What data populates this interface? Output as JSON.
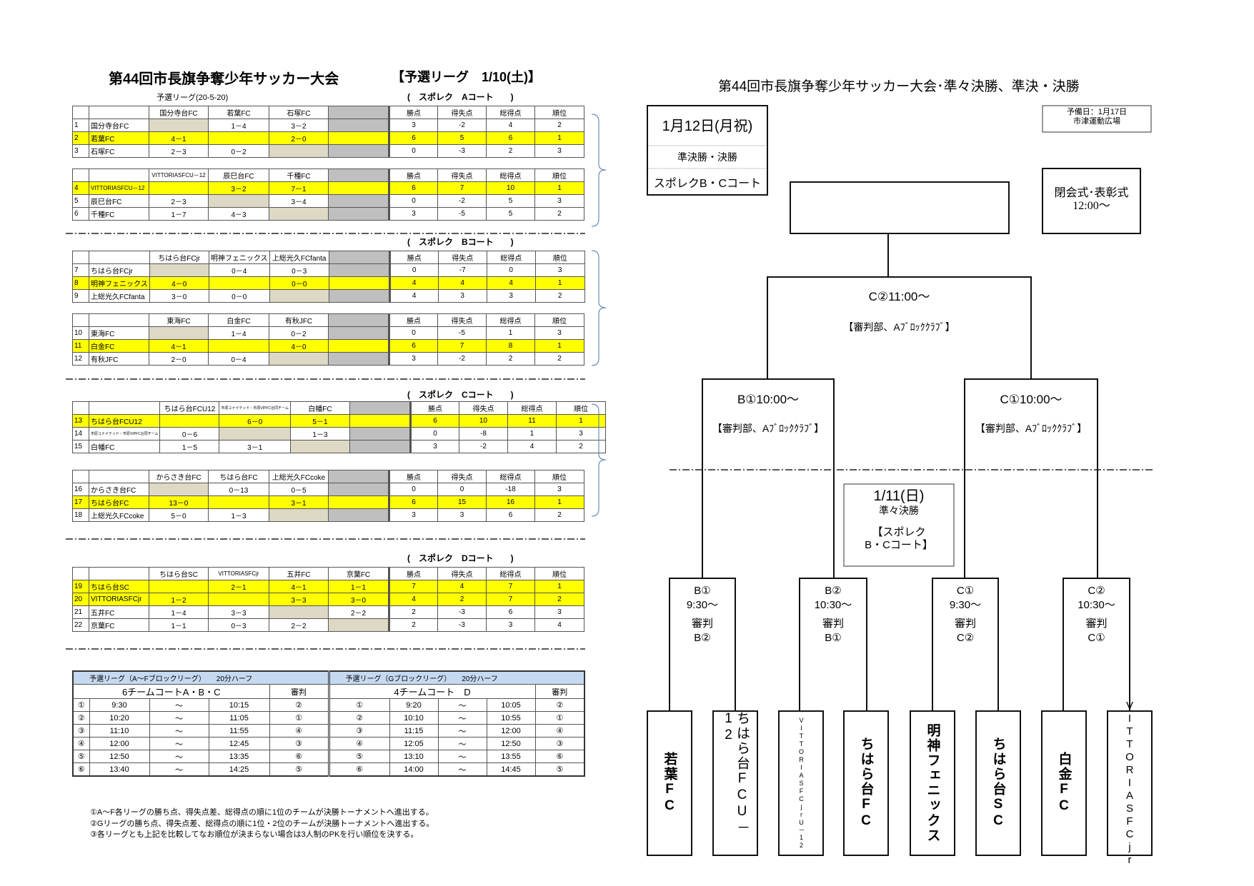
{
  "left": {
    "title": "第44回市長旗争奪少年サッカー大会",
    "stage": "【予選リーグ　1/10(土)】",
    "subtitle": "予選リーグ(20-5-20)",
    "stat_headers": [
      "勝点",
      "得失点",
      "総得点",
      "順位"
    ],
    "courts": {
      "A": "(　スポレク　Aコート　　)",
      "B": "(　スポレク　Bコート　　)",
      "C": "(　スポレク　Cコート　　)",
      "D": "(　スポレク　Dコート　　)"
    },
    "leagues": [
      {
        "teams": [
          "国分寺台FC",
          "若葉FC",
          "石塚FC"
        ],
        "rows": [
          {
            "no": "1",
            "name": "国分寺台FC",
            "results": [
              "",
              "1－4",
              "3－2"
            ],
            "stats": [
              "3",
              "-2",
              "4",
              "2"
            ],
            "hl": false
          },
          {
            "no": "2",
            "name": "若葉FC",
            "results": [
              "4－1",
              "",
              "2－0"
            ],
            "stats": [
              "6",
              "5",
              "6",
              "1"
            ],
            "hl": true
          },
          {
            "no": "3",
            "name": "石塚FC",
            "results": [
              "2－3",
              "0－2",
              ""
            ],
            "stats": [
              "0",
              "-3",
              "2",
              "3"
            ],
            "hl": false
          }
        ]
      },
      {
        "teams": [
          "VITTORIASFCU－12",
          "辰巳台FC",
          "千種FC"
        ],
        "rows": [
          {
            "no": "4",
            "name": "VITTORIASFCU－12",
            "results": [
              "",
              "3－2",
              "7－1"
            ],
            "stats": [
              "6",
              "7",
              "10",
              "1"
            ],
            "hl": true
          },
          {
            "no": "5",
            "name": "辰巳台FC",
            "results": [
              "2－3",
              "",
              "3－4"
            ],
            "stats": [
              "0",
              "-2",
              "5",
              "3"
            ],
            "hl": false
          },
          {
            "no": "6",
            "name": "千種FC",
            "results": [
              "1－7",
              "4－3",
              ""
            ],
            "stats": [
              "3",
              "-5",
              "5",
              "2"
            ],
            "hl": false
          }
        ]
      },
      {
        "teams": [
          "ちはら台FCjr",
          "明神フェニックス",
          "上総光久FCfanta"
        ],
        "rows": [
          {
            "no": "7",
            "name": "ちはら台FCjr",
            "results": [
              "",
              "0－4",
              "0－3"
            ],
            "stats": [
              "0",
              "-7",
              "0",
              "3"
            ],
            "hl": false
          },
          {
            "no": "8",
            "name": "明神フェニックス",
            "results": [
              "4－0",
              "",
              "0－0"
            ],
            "stats": [
              "4",
              "4",
              "4",
              "1"
            ],
            "hl": true
          },
          {
            "no": "9",
            "name": "上総光久FCfanta",
            "results": [
              "3－0",
              "0－0",
              ""
            ],
            "stats": [
              "4",
              "3",
              "3",
              "2"
            ],
            "hl": false
          }
        ]
      },
      {
        "teams": [
          "東海FC",
          "白金FC",
          "有秋JFC"
        ],
        "rows": [
          {
            "no": "10",
            "name": "東海FC",
            "results": [
              "",
              "1－4",
              "0－2"
            ],
            "stats": [
              "0",
              "-5",
              "1",
              "3"
            ],
            "hl": false
          },
          {
            "no": "11",
            "name": "白金FC",
            "results": [
              "4－1",
              "",
              "4－0"
            ],
            "stats": [
              "6",
              "7",
              "8",
              "1"
            ],
            "hl": true
          },
          {
            "no": "12",
            "name": "有秋JFC",
            "results": [
              "2－0",
              "0－4",
              ""
            ],
            "stats": [
              "3",
              "-2",
              "2",
              "2"
            ],
            "hl": false
          }
        ]
      },
      {
        "teams": [
          "ちはら台FCU12",
          "市原ユナイテッド・市原VIPFC合同チーム",
          "白幡FC"
        ],
        "rows": [
          {
            "no": "13",
            "name": "ちはら台FCU12",
            "results": [
              "",
              "6－0",
              "5－1"
            ],
            "stats": [
              "6",
              "10",
              "11",
              "1"
            ],
            "hl": true
          },
          {
            "no": "14",
            "name": "市原ユナイテッド・市原VIPFC合同チーム",
            "results": [
              "0－6",
              "",
              "1－3"
            ],
            "stats": [
              "0",
              "-8",
              "1",
              "3"
            ],
            "hl": false
          },
          {
            "no": "15",
            "name": "白幡FC",
            "results": [
              "1－5",
              "3－1",
              ""
            ],
            "stats": [
              "3",
              "-2",
              "4",
              "2"
            ],
            "hl": false
          }
        ]
      },
      {
        "teams": [
          "からさき台FC",
          "ちはら台FC",
          "上総光久FCcoke"
        ],
        "rows": [
          {
            "no": "16",
            "name": "からさき台FC",
            "results": [
              "",
              "0－13",
              "0－5"
            ],
            "stats": [
              "0",
              "0",
              "-18",
              "3"
            ],
            "hl": false
          },
          {
            "no": "17",
            "name": "ちはら台FC",
            "results": [
              "13－0",
              "",
              "3－1"
            ],
            "stats": [
              "6",
              "15",
              "16",
              "1"
            ],
            "hl": true
          },
          {
            "no": "18",
            "name": "上総光久FCcoke",
            "results": [
              "5－0",
              "1－3",
              ""
            ],
            "stats": [
              "3",
              "3",
              "6",
              "2"
            ],
            "hl": false
          }
        ]
      },
      {
        "teams": [
          "ちはら台SC",
          "VITTORIASFCjr",
          "五井FC",
          "京葉FC"
        ],
        "rows": [
          {
            "no": "19",
            "name": "ちはら台SC",
            "results": [
              "",
              "2－1",
              "4－1",
              "1－1"
            ],
            "stats": [
              "7",
              "4",
              "7",
              "1"
            ],
            "hl": true
          },
          {
            "no": "20",
            "name": "VITTORIASFCjr",
            "results": [
              "1－2",
              "",
              "3－3",
              "3－0"
            ],
            "stats": [
              "4",
              "2",
              "7",
              "2"
            ],
            "hl": true
          },
          {
            "no": "21",
            "name": "五井FC",
            "results": [
              "1－4",
              "3－3",
              "",
              "2－2"
            ],
            "stats": [
              "2",
              "-3",
              "6",
              "3"
            ],
            "hl": false
          },
          {
            "no": "22",
            "name": "京葉FC",
            "results": [
              "1－1",
              "0－3",
              "2－2",
              ""
            ],
            "stats": [
              "2",
              "-3",
              "3",
              "4"
            ],
            "hl": false
          }
        ]
      }
    ],
    "schedule": {
      "left_header": "予選リーグ（A～Fブロックリーグ）　　20分ハーフ",
      "right_header": "予選リーグ（Gブロックリーグ）　　20分ハーフ",
      "left_sub": "6チームコートA・B・C",
      "right_sub": "4チームコート　D",
      "referee_label": "審判",
      "tilde": "～",
      "left_rows": [
        [
          "①",
          "9:30",
          "10:15",
          "②"
        ],
        [
          "②",
          "10:20",
          "11:05",
          "①"
        ],
        [
          "③",
          "11:10",
          "11:55",
          "④"
        ],
        [
          "④",
          "12:00",
          "12:45",
          "③"
        ],
        [
          "⑤",
          "12:50",
          "13:35",
          "⑥"
        ],
        [
          "⑥",
          "13:40",
          "14:25",
          "⑤"
        ]
      ],
      "right_rows": [
        [
          "①",
          "9:20",
          "10:05",
          "②"
        ],
        [
          "②",
          "10:10",
          "10:55",
          "①"
        ],
        [
          "③",
          "11:15",
          "12:00",
          "④"
        ],
        [
          "④",
          "12:05",
          "12:50",
          "③"
        ],
        [
          "⑤",
          "13:10",
          "13:55",
          "⑥"
        ],
        [
          "⑥",
          "14:00",
          "14:45",
          "⑤"
        ]
      ]
    },
    "notes": [
      "①A～F各リーグの勝ち点、得失点差、総得点の順に1位のチームが決勝トーナメントへ進出する。",
      "②Gリーグの勝ち点、得失点差、総得点の順に1位・2位のチームが決勝トーナメントへ進出する。",
      "③各リーグとも上記を比較してなお順位が決まらない場合は3人制のPKを行い順位を決する。"
    ]
  },
  "right": {
    "title": "第44回市長旗争奪少年サッカー大会･準々決勝、準決・決勝",
    "date_box": {
      "date": "1月12日(月祝)",
      "stage": "準決勝・決勝",
      "venue": "スポレクB・Cコート"
    },
    "spare_day": {
      "line1": "予備日：1月17日",
      "line2": "市津運動広場"
    },
    "closing": {
      "line1": "閉会式･表彰式",
      "line2": "12:00～"
    },
    "final": {
      "time": "C②11:00～",
      "ref": "【審判部、Aﾌﾞﾛｯｸｸﾗﾌﾞ】"
    },
    "semis": [
      {
        "time": "B①10:00～",
        "ref": "【審判部、Aﾌﾞﾛｯｸｸﾗﾌﾞ】"
      },
      {
        "time": "C①10:00～",
        "ref": "【審判部、Aﾌﾞﾛｯｸｸﾗﾌﾞ】"
      }
    ],
    "qf_day": {
      "date": "1/11(日)",
      "stage": "準々決勝",
      "venue1": "【スポレク",
      "venue2": "B・Cコート】"
    },
    "quarterfinals": [
      {
        "court": "B①",
        "time": "9:30～",
        "ref_label": "審判",
        "ref": "B②"
      },
      {
        "court": "B②",
        "time": "10:30～",
        "ref_label": "審判",
        "ref": "B①"
      },
      {
        "court": "C①",
        "time": "9:30～",
        "ref_label": "審判",
        "ref": "C②"
      },
      {
        "court": "C②",
        "time": "10:30～",
        "ref_label": "審判",
        "ref": "C①"
      }
    ],
    "teams": [
      "若葉FC",
      "ちはら台FCU－12",
      "VITTORIASFCjrU－12",
      "ちはら台FC",
      "明神フェニックス",
      "ちはら台SC",
      "白金FC",
      "VITTORIASFCjr"
    ]
  }
}
